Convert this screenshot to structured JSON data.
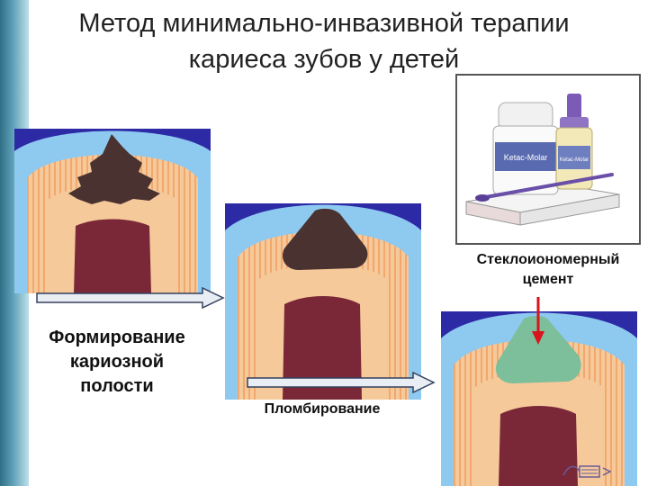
{
  "slide": {
    "title_line1": "Метод минимально-инвазивной терапии",
    "title_line2": "кариеса зубов у детей"
  },
  "labels": {
    "cement": [
      "Стеклоиономерный",
      "цемент"
    ],
    "cavity_formation": [
      "Формирование",
      "кариозной",
      "полости"
    ],
    "filling": "Пломбирование"
  },
  "colors": {
    "background_border": "#2d2aa6",
    "enamel": "#8ec9ef",
    "dentin": "#f6c99a",
    "pulp": "#7a2838",
    "caries": "#4a3230",
    "filling": "#7dbe9b",
    "arrow_fill": "#e9eef4",
    "indicator_arrow": "#d8141c"
  },
  "photo": {
    "bottle_big_label": "Ketac-Molar",
    "bottle_small_label": "Ketac-Molar",
    "icons": [
      "glass-ionomer-powder-bottle-icon",
      "liquid-dropper-bottle-icon",
      "mixing-spatula-icon",
      "product-box-icon"
    ]
  }
}
